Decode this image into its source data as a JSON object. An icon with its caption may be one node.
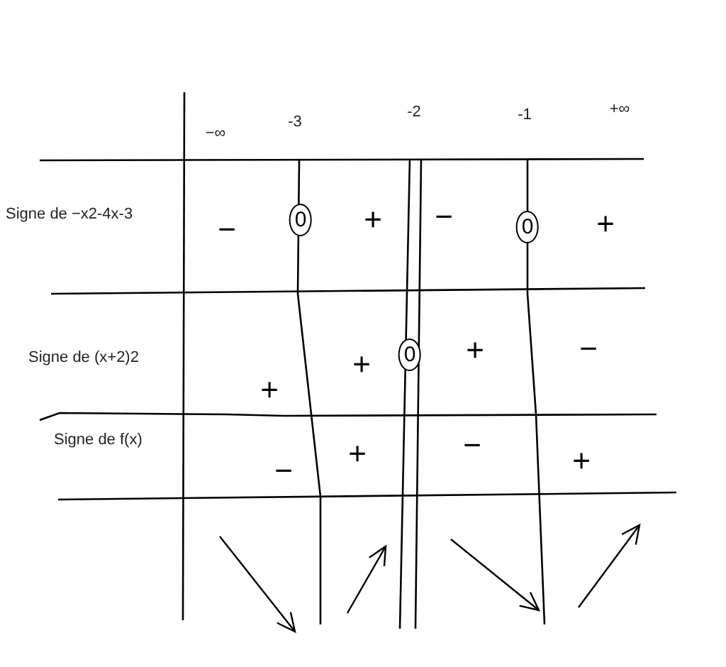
{
  "diagram": {
    "labels": [
      "−∞",
      "-3",
      "-2",
      "-1",
      "+∞",
      "Signe de −x2-4x-3",
      "−",
      "0",
      "+",
      "−",
      "0",
      "+",
      "Signe de (x+2)2",
      "+",
      "+",
      "0",
      "+",
      "−",
      "Signe de f(x)",
      "−",
      "+",
      "−",
      "+"
    ]
  }
}
